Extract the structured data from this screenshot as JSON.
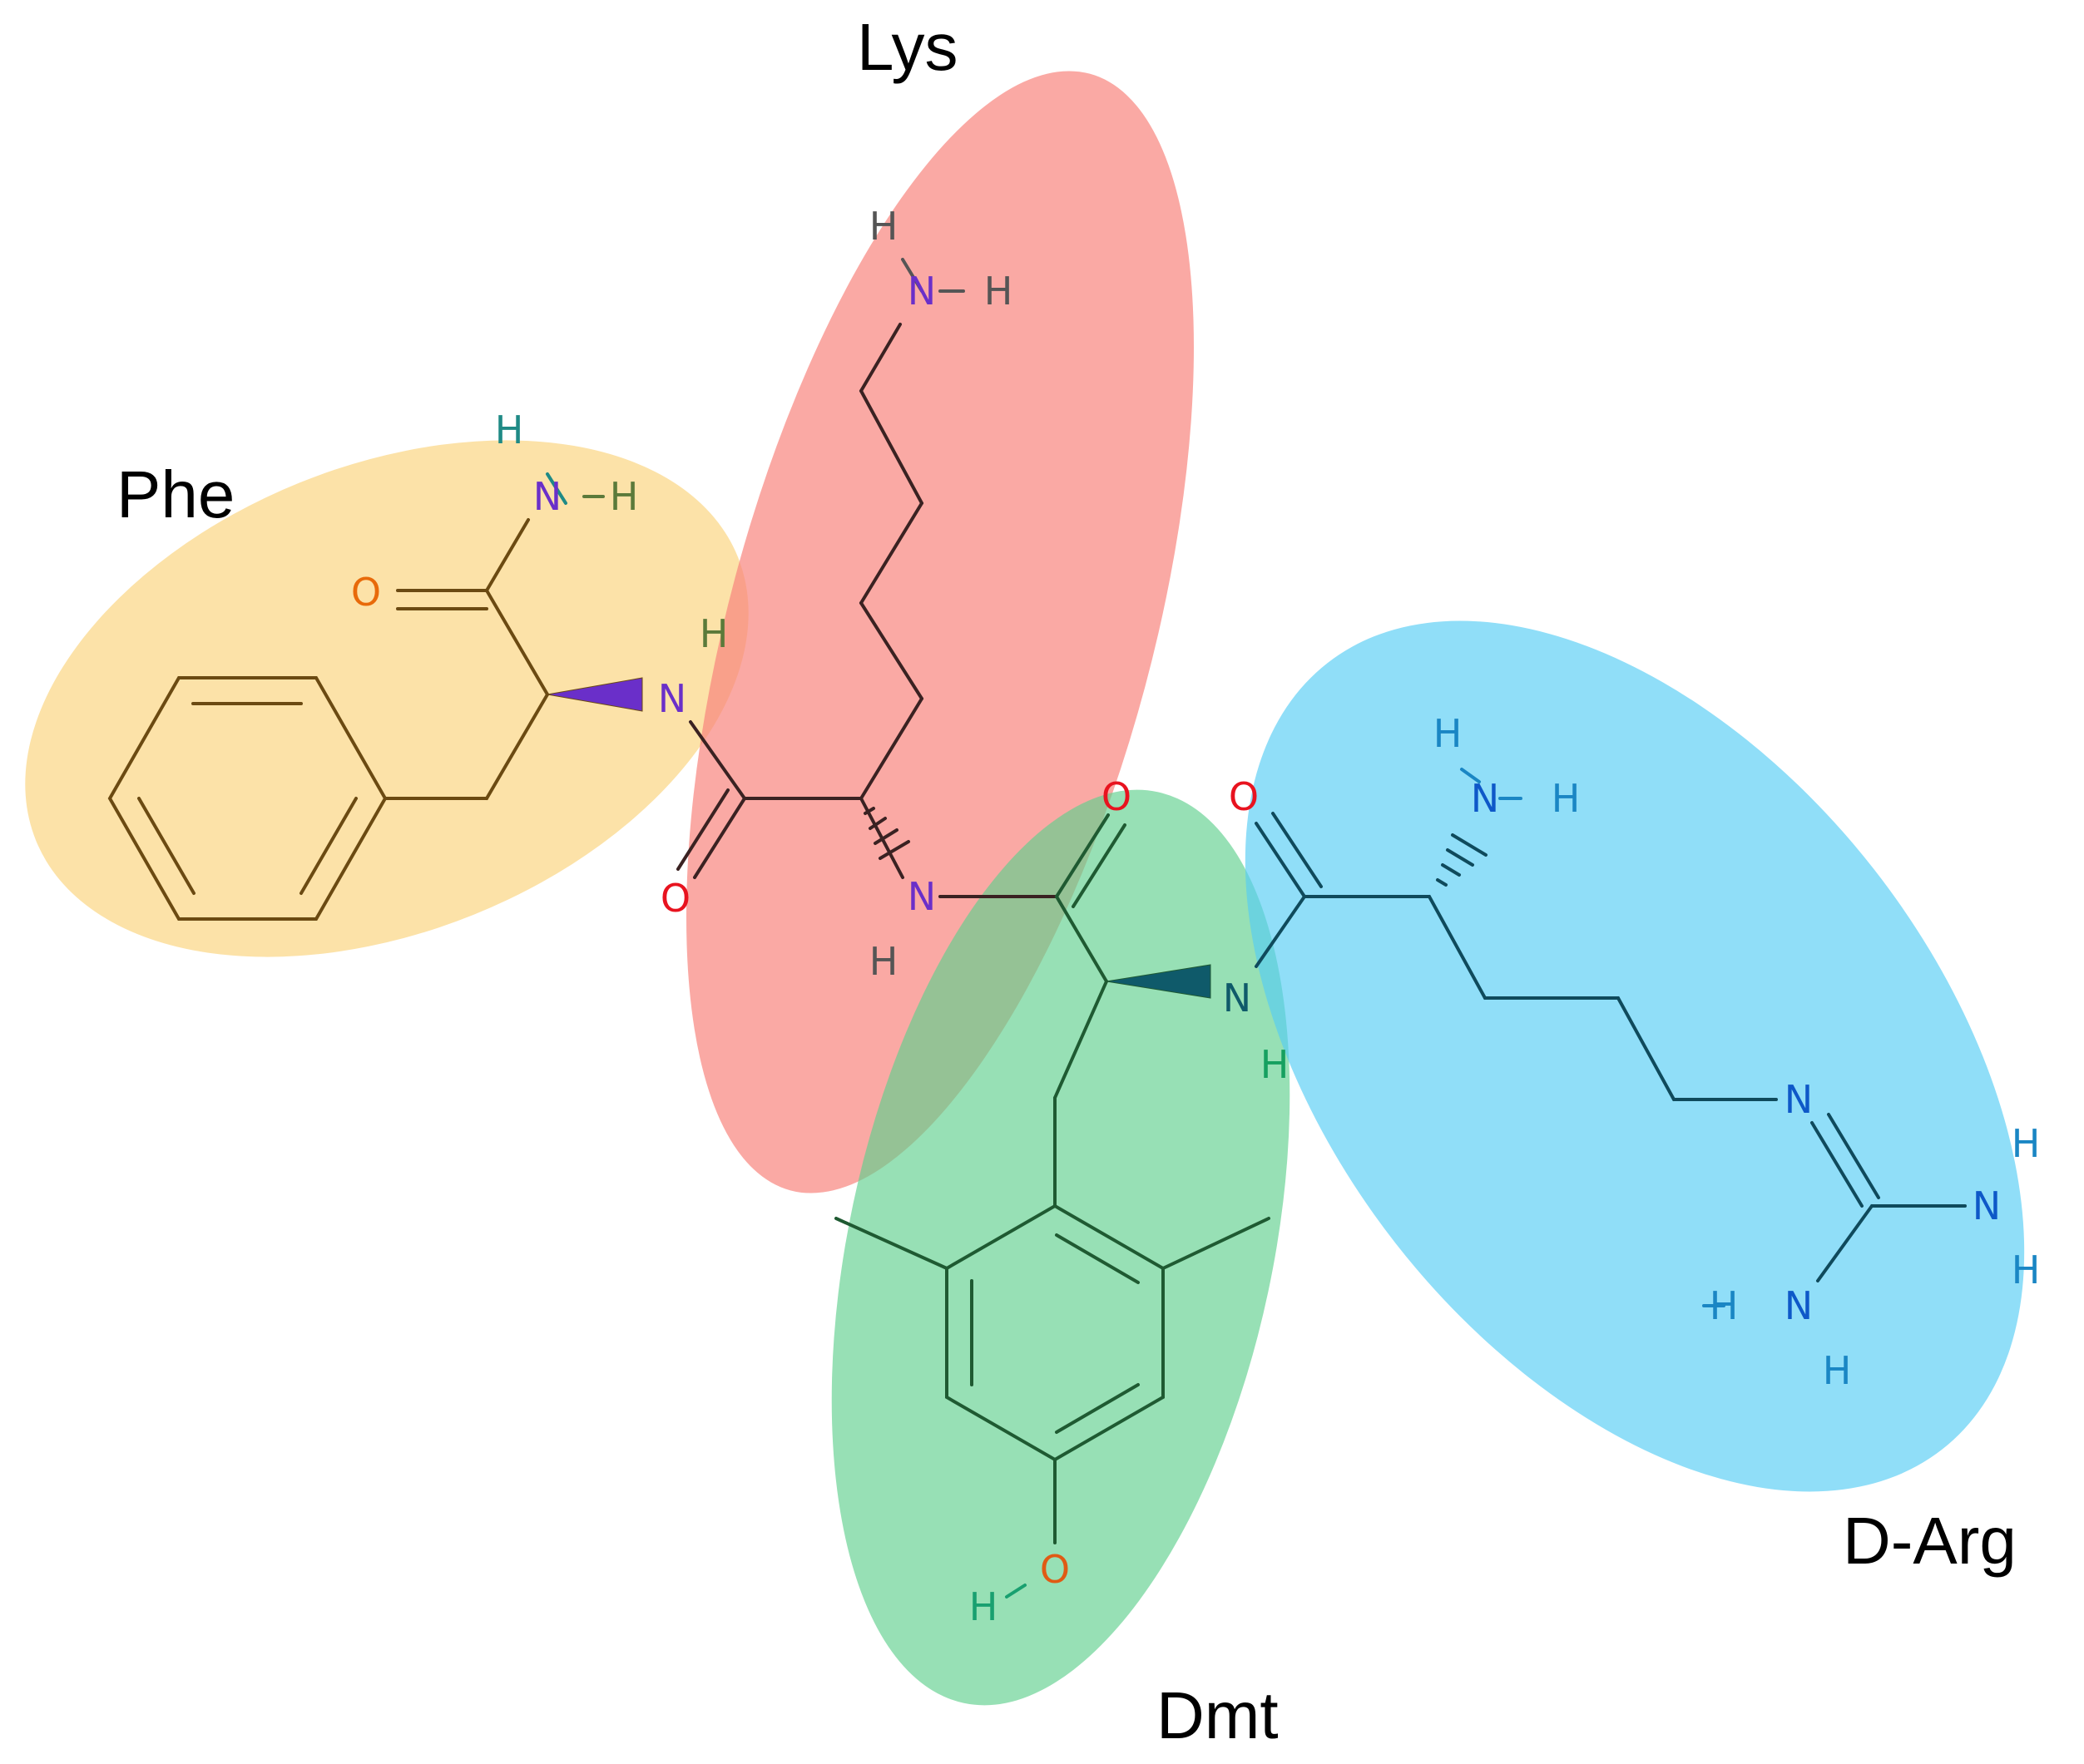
{
  "residues": {
    "phe": {
      "label": "Phe",
      "color": "#fbd27a",
      "bond_color": "#6b4a12"
    },
    "lys": {
      "label": "Lys",
      "color": "#f8857d",
      "bond_color": "#3a2222"
    },
    "dmt": {
      "label": "Dmt",
      "color": "#5fcf8e",
      "bond_color": "#1f5a32"
    },
    "darg": {
      "label": "D-Arg",
      "color": "#55cdf4",
      "bond_color": "#0f4a5c"
    }
  },
  "atoms": {
    "h": "H",
    "n": "N",
    "o": "O"
  },
  "colors": {
    "amine_n": "#6a2fc9",
    "carbonyl_o": "#e8131f",
    "phe_o": "#e86a0a",
    "h_teal": "#1f8a86",
    "h_grey": "#555555",
    "h_olive": "#5b7a3a",
    "dmt_n": "#0f5a6a",
    "dmt_h": "#16a060",
    "arg_n": "#0e58c8",
    "arg_h": "#1a86c4",
    "hydroxyl_o": "#e05a14",
    "hydroxyl_h": "#19a070"
  }
}
